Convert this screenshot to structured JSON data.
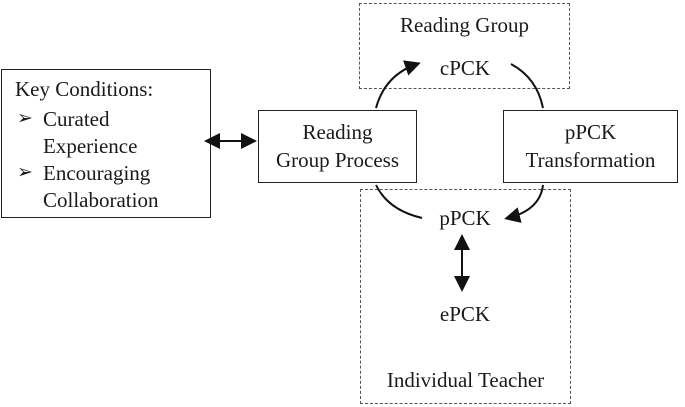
{
  "key_conditions": {
    "title": "Key Conditions:",
    "bullet_glyph": "➢",
    "items": [
      {
        "line1": "Curated",
        "line2": "Experience"
      },
      {
        "line1": "Encouraging",
        "line2": "Collaboration"
      }
    ]
  },
  "process_box": {
    "line1": "Reading",
    "line2": "Group Process"
  },
  "transformation_box": {
    "line1": "pPCK",
    "line2": "Transformation"
  },
  "reading_group": {
    "label": "Reading Group",
    "node": "cPCK"
  },
  "individual_teacher": {
    "label": "Individual Teacher",
    "node_top": "pPCK",
    "node_bottom": "ePCK"
  }
}
